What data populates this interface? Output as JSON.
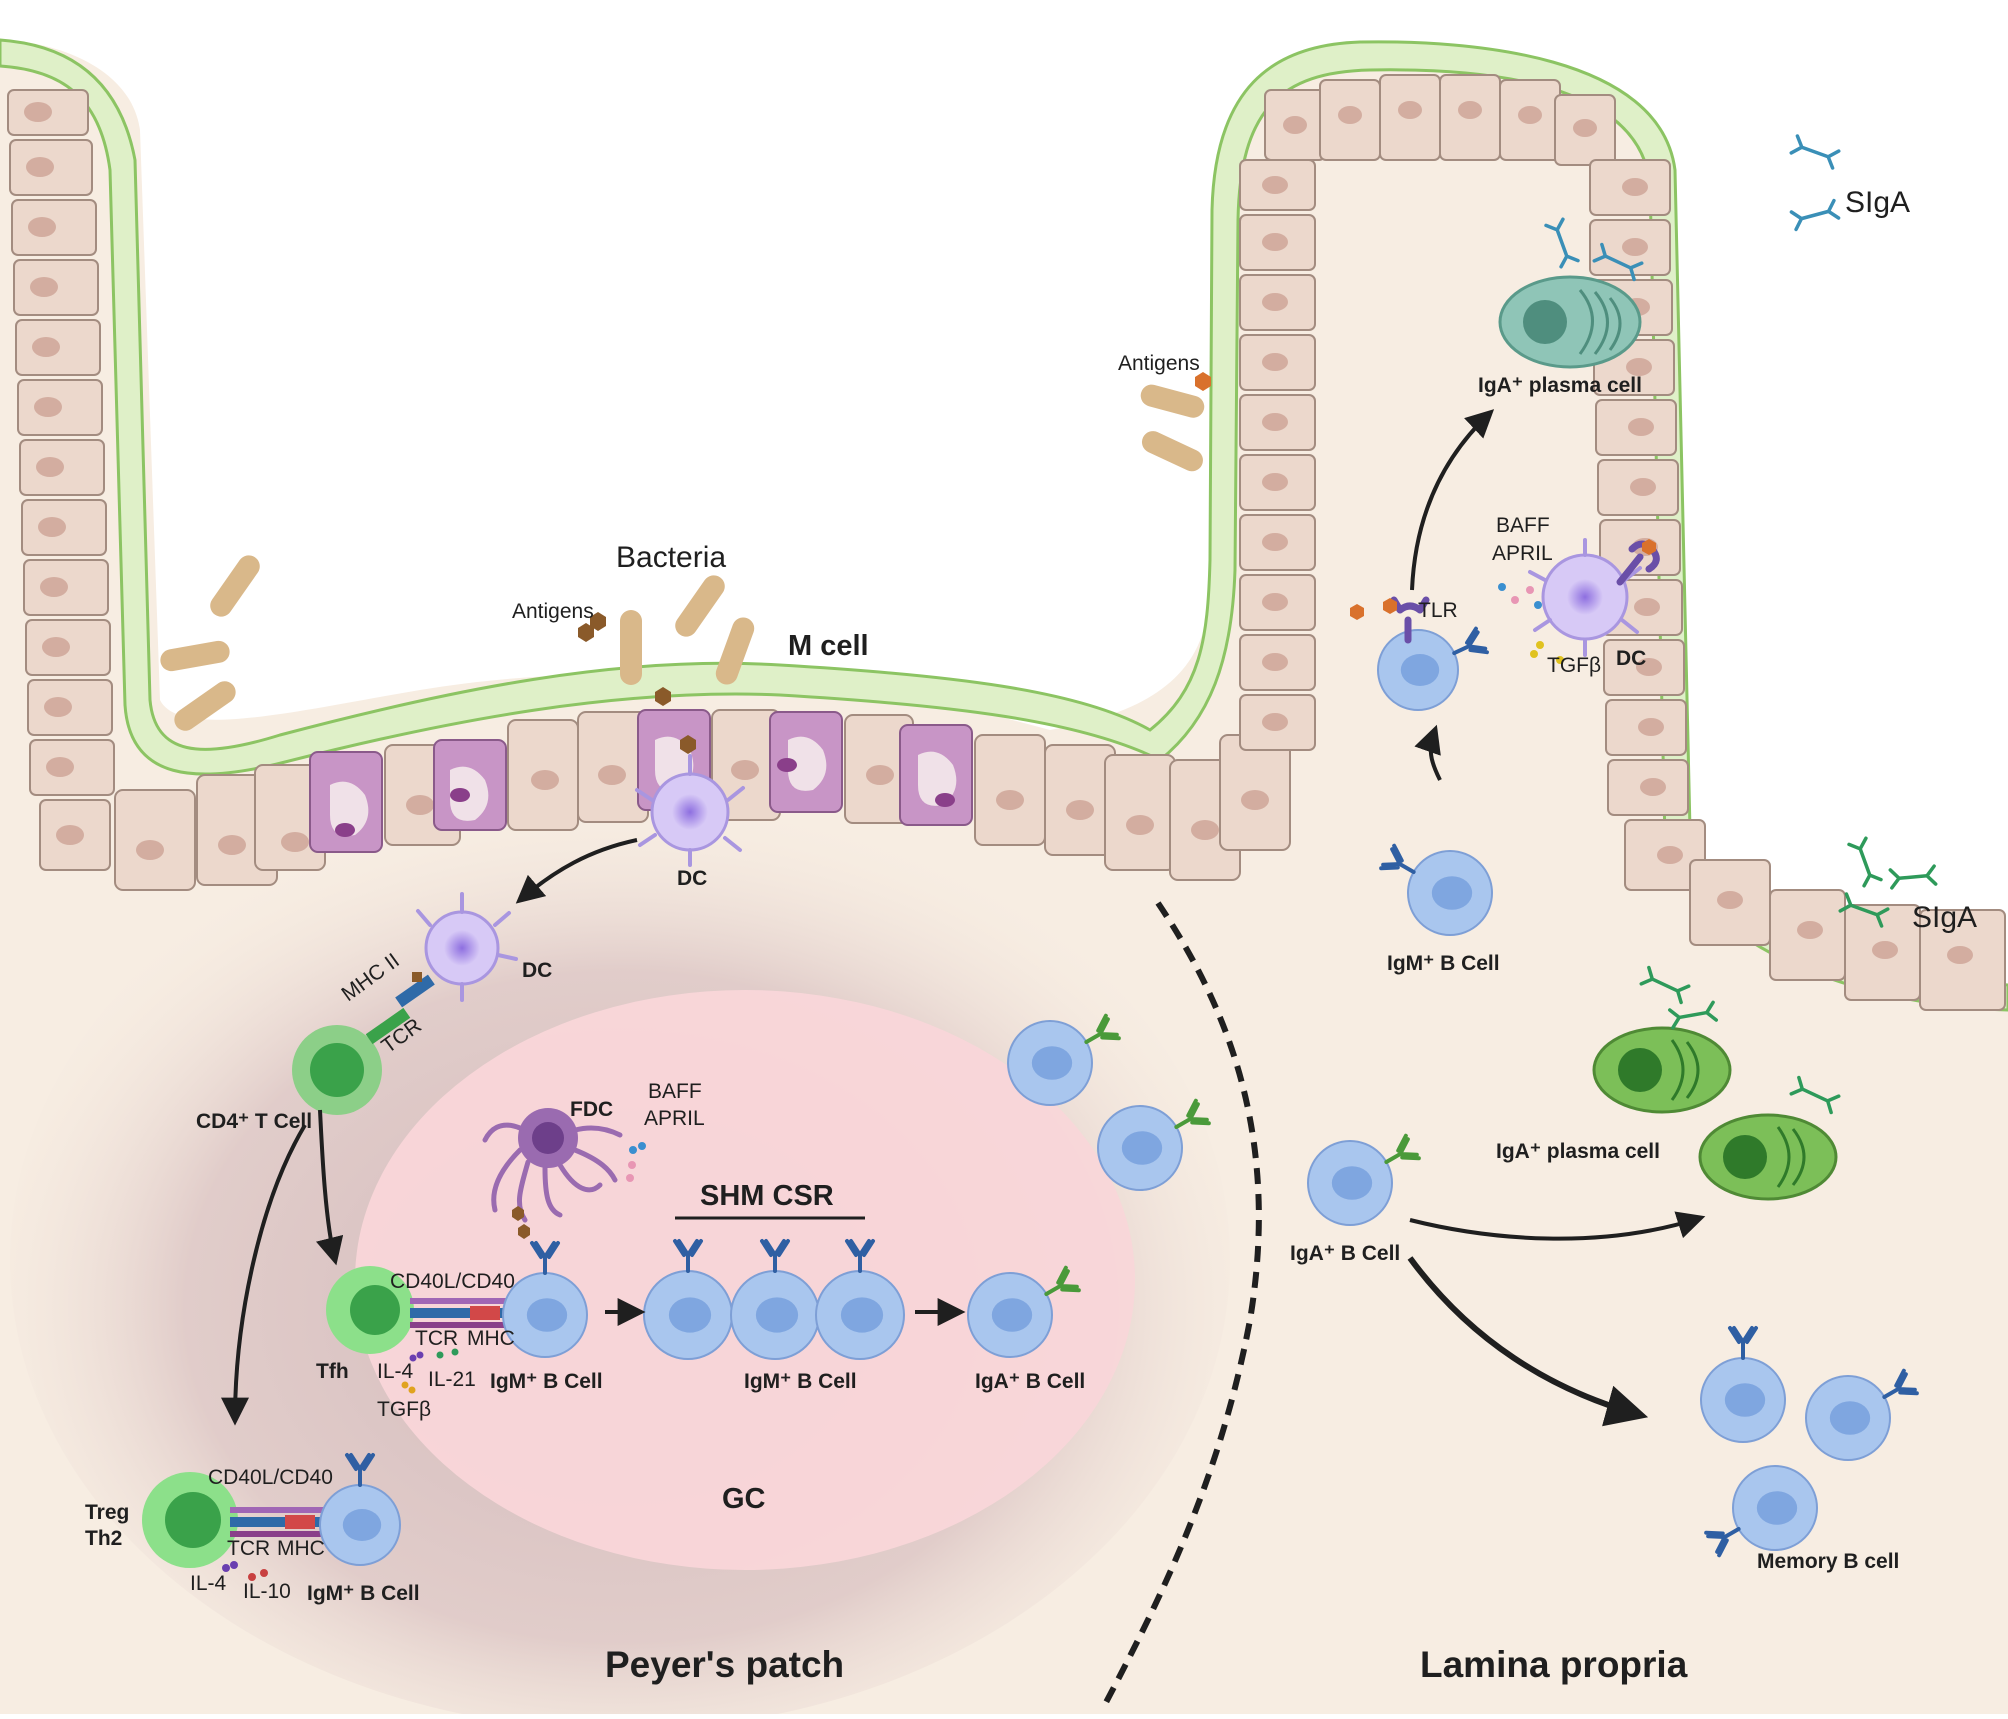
{
  "labels": {
    "bacteria": "Bacteria",
    "antigens_left": "Antigens",
    "antigens_right": "Antigens",
    "m_cell": "M cell",
    "dc_epithelium": "DC",
    "dc_tcell": "DC",
    "dc_lamina": "DC",
    "mhc_ii": "MHC II",
    "tcr_top": "TCR",
    "cd4_t_cell": "CD4⁺ T Cell",
    "fdc": "FDC",
    "baff_gc": "BAFF",
    "april_gc": "APRIL",
    "shm_csr": "SHM  CSR",
    "cd40l_tfh": "CD40L/CD40",
    "tcr_tfh": "TCR",
    "mhc_tfh": "MHC",
    "tfh": "Tfh",
    "il4_tfh": "IL-4",
    "il21": "IL-21",
    "tgfb_tfh": "TGFβ",
    "igm_b_tfh": "IgM⁺ B Cell",
    "igm_b_gc": "IgM⁺ B Cell",
    "iga_b_gc": "IgA⁺ B Cell",
    "gc": "GC",
    "cd40l_treg": "CD40L/CD40",
    "treg": "Treg",
    "th2": "Th2",
    "tcr_treg": "TCR",
    "mhc_treg": "MHC",
    "il4_treg": "IL-4",
    "il10": "IL-10",
    "igm_b_treg": "IgM⁺ B Cell",
    "peyers_patch": "Peyer's patch",
    "lamina_propria": "Lamina propria",
    "sIgA_top": "SIgA",
    "sIgA_mid": "SIgA",
    "iga_plasma_top": "IgA⁺ plasma cell",
    "baff_lp": "BAFF",
    "april_lp": "APRIL",
    "tlr": "TLR",
    "tgfb_lp": "TGFβ",
    "igm_b_lp": "IgM⁺ B Cell",
    "iga_plasma_bottom": "IgA⁺ plasma cell",
    "iga_b_lp": "IgA⁺ B Cell",
    "memory_b": "Memory B cell"
  },
  "colors": {
    "mucus": "#dff0c8",
    "mucus_edge": "#8cc463",
    "epithelial_cell": "#ecd8cc",
    "nucleus": "#d3ada0",
    "m_cell": "#c895c6",
    "lamina_bg": "#f7ede2",
    "germinal_center": "#f9d6d9",
    "b_cell": "#a9c6ee",
    "b_cell_nucleus": "#7fa6e0",
    "igm_antibody": "#2f5fa3",
    "iga_antibody": "#4a9a3a",
    "dc": "#c7b3ef",
    "fdc": "#9a6bb0",
    "bacteria": "#d9b88a",
    "antigen": "#8a5a2a",
    "t_cell": "#82cc7e",
    "plasma_cell_teal": "#6fae9e",
    "plasma_cell_green": "#6bab4a",
    "sIgA_blue": "#3a8fb7",
    "sIgA_green": "#2e9a5a"
  }
}
